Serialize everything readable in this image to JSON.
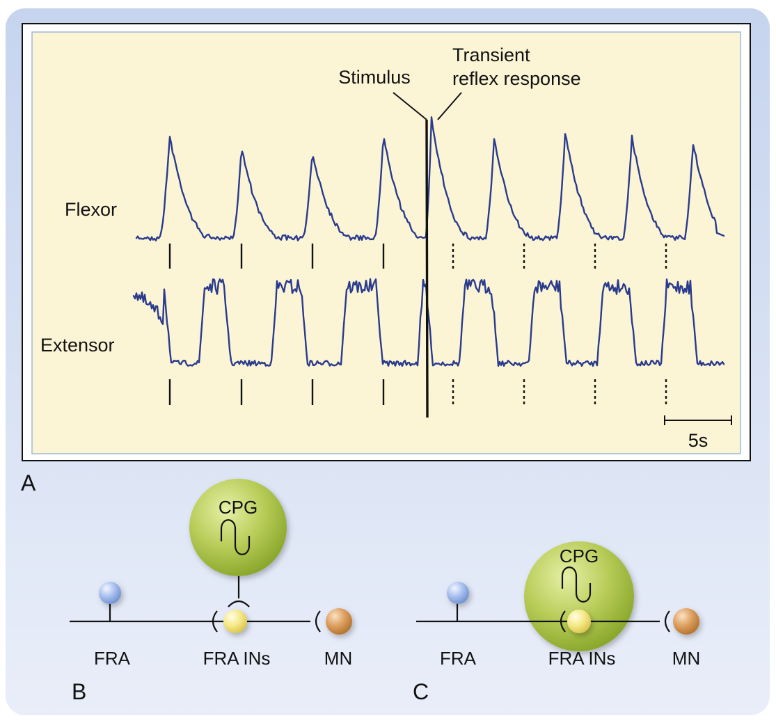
{
  "panel_a": {
    "letter": "A",
    "stimulus_label": "Stimulus",
    "response_label_line1": "Transient",
    "response_label_line2": "reflex response",
    "flexor_label": "Flexor",
    "extensor_label": "Extensor",
    "scale_bar_label": "5s"
  },
  "panel_b": {
    "letter": "B",
    "cpg_label": "CPG",
    "fra_label": "FRA",
    "fra_ins_label": "FRA INs",
    "mn_label": "MN"
  },
  "panel_c": {
    "letter": "C",
    "cpg_label": "CPG",
    "fra_label": "FRA",
    "fra_ins_label": "FRA INs",
    "mn_label": "MN"
  },
  "colors": {
    "outer_background": "#ccd8ee",
    "recording_background": "#fbf5d6",
    "trace": "#2a3a8c",
    "cpg_green": "#a8c040",
    "fra_blue": "#9db4e6",
    "interneuron_yellow": "#f3e378",
    "motoneuron_orange": "#d8964e"
  }
}
